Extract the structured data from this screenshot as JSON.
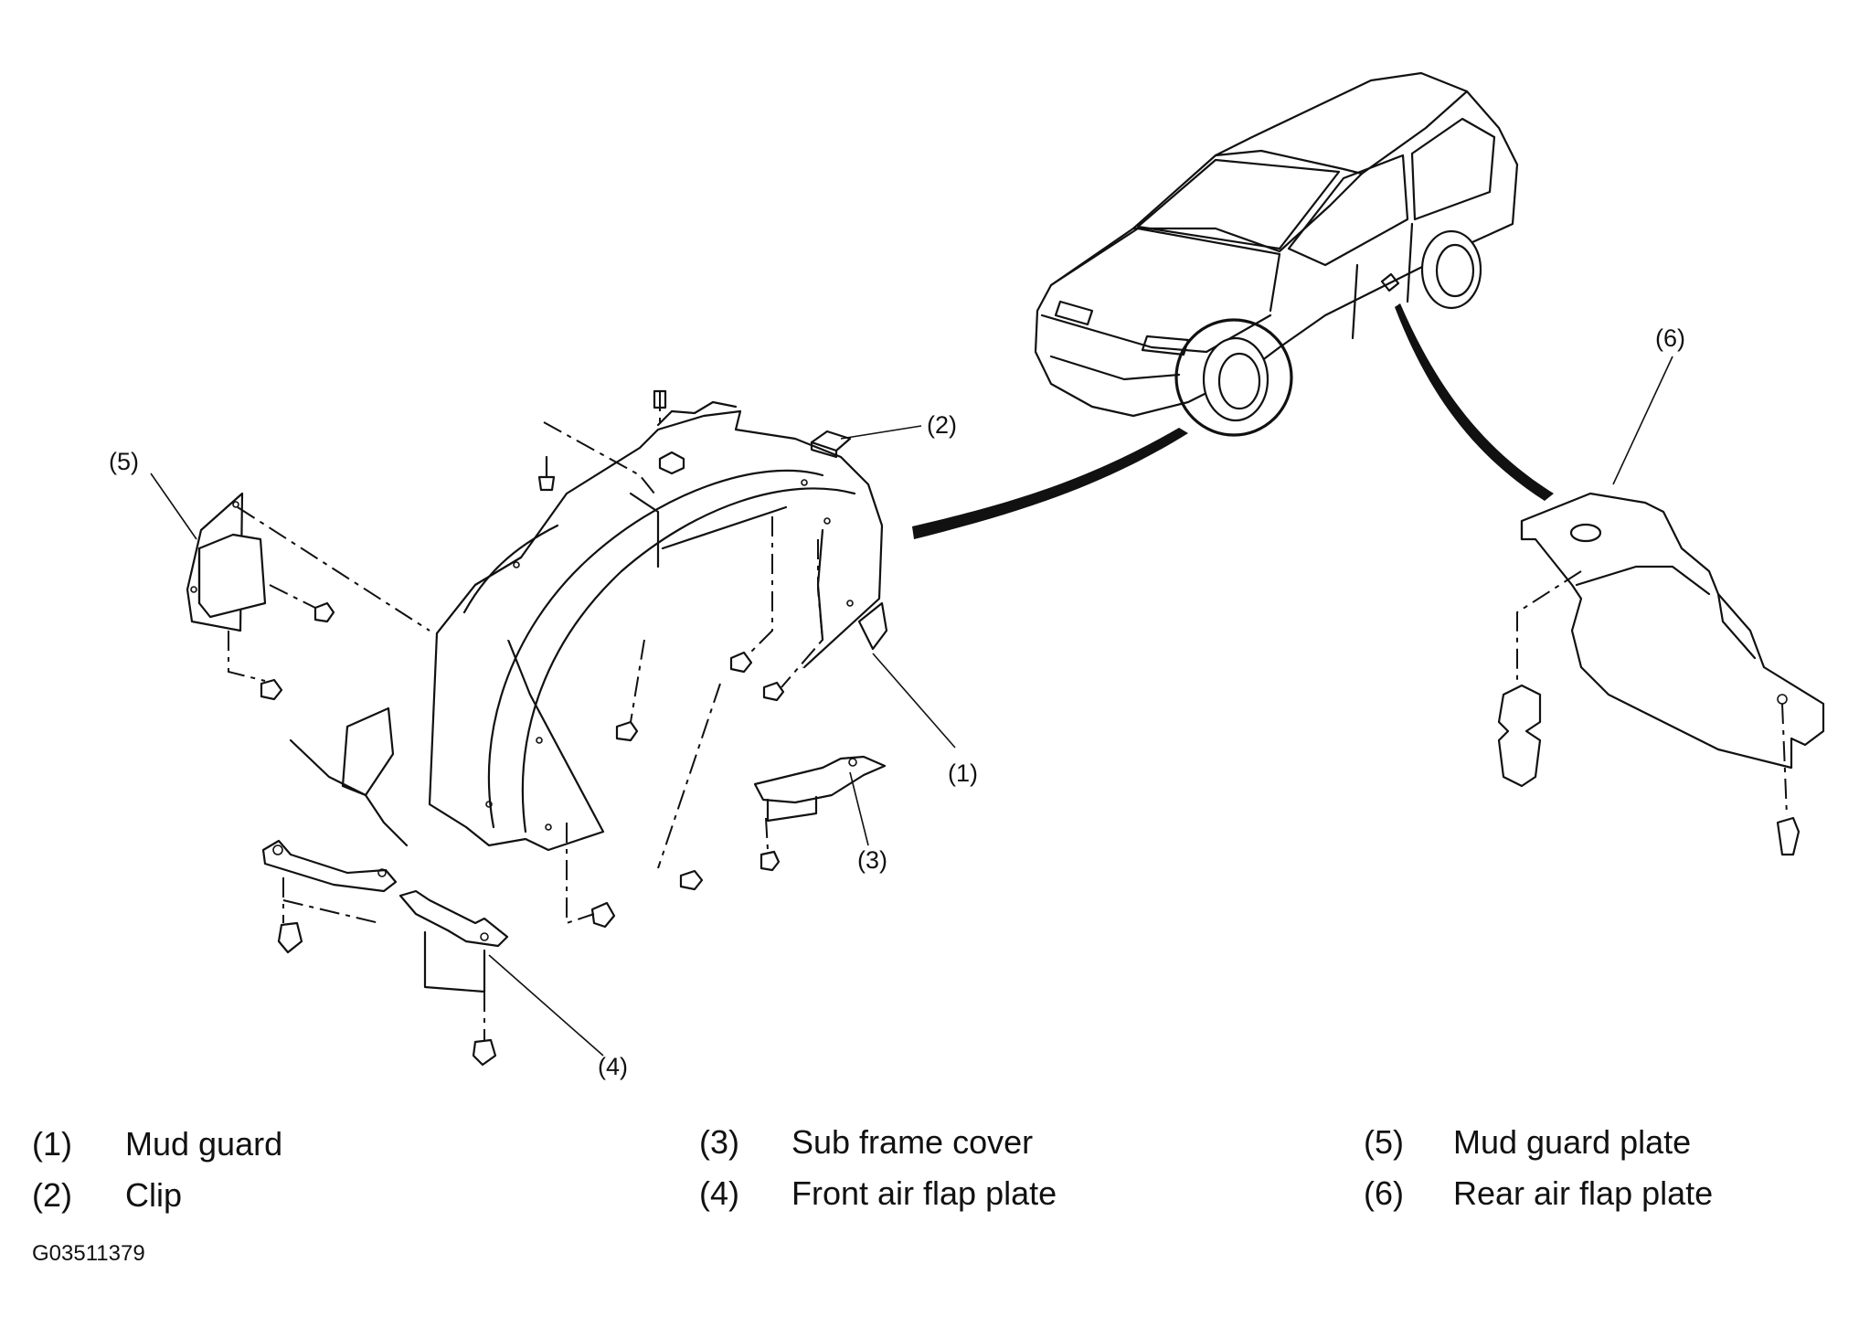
{
  "callouts": {
    "c1": "(1)",
    "c2": "(2)",
    "c3": "(3)",
    "c4": "(4)",
    "c5": "(5)",
    "c6": "(6)"
  },
  "legend": [
    {
      "num": "(1)",
      "text": "Mud guard"
    },
    {
      "num": "(2)",
      "text": "Clip"
    },
    {
      "num": "(3)",
      "text": "Sub frame cover"
    },
    {
      "num": "(4)",
      "text": "Front air flap plate"
    },
    {
      "num": "(5)",
      "text": "Mud guard plate"
    },
    {
      "num": "(6)",
      "text": "Rear air flap plate"
    }
  ],
  "figure_code": "G03511379",
  "colors": {
    "line": "#111111",
    "background": "#ffffff"
  }
}
